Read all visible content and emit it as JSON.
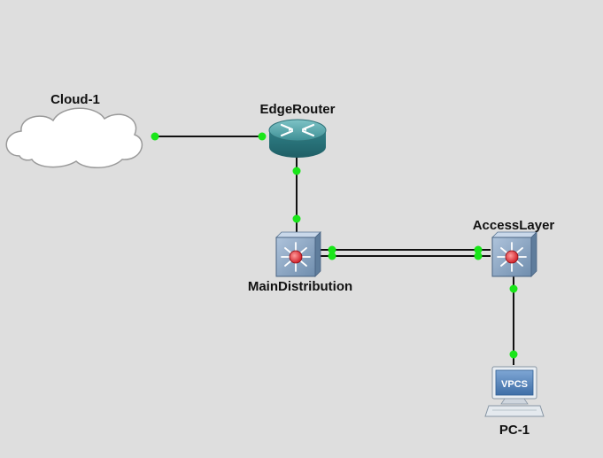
{
  "topology": {
    "nodes": {
      "cloud": {
        "label": "Cloud-1"
      },
      "router": {
        "label": "EdgeRouter"
      },
      "main_switch": {
        "label": "MainDistribution"
      },
      "access_switch": {
        "label": "AccessLayer"
      },
      "pc": {
        "label": "PC-1",
        "screen_text": "VPCS"
      }
    },
    "link_status_color": "#19e619",
    "link_color": "#111111"
  },
  "icons": {
    "cloud": "cloud-icon",
    "router": "router-icon",
    "switch": "multilayer-switch-icon",
    "pc": "vpcs-computer-icon"
  }
}
